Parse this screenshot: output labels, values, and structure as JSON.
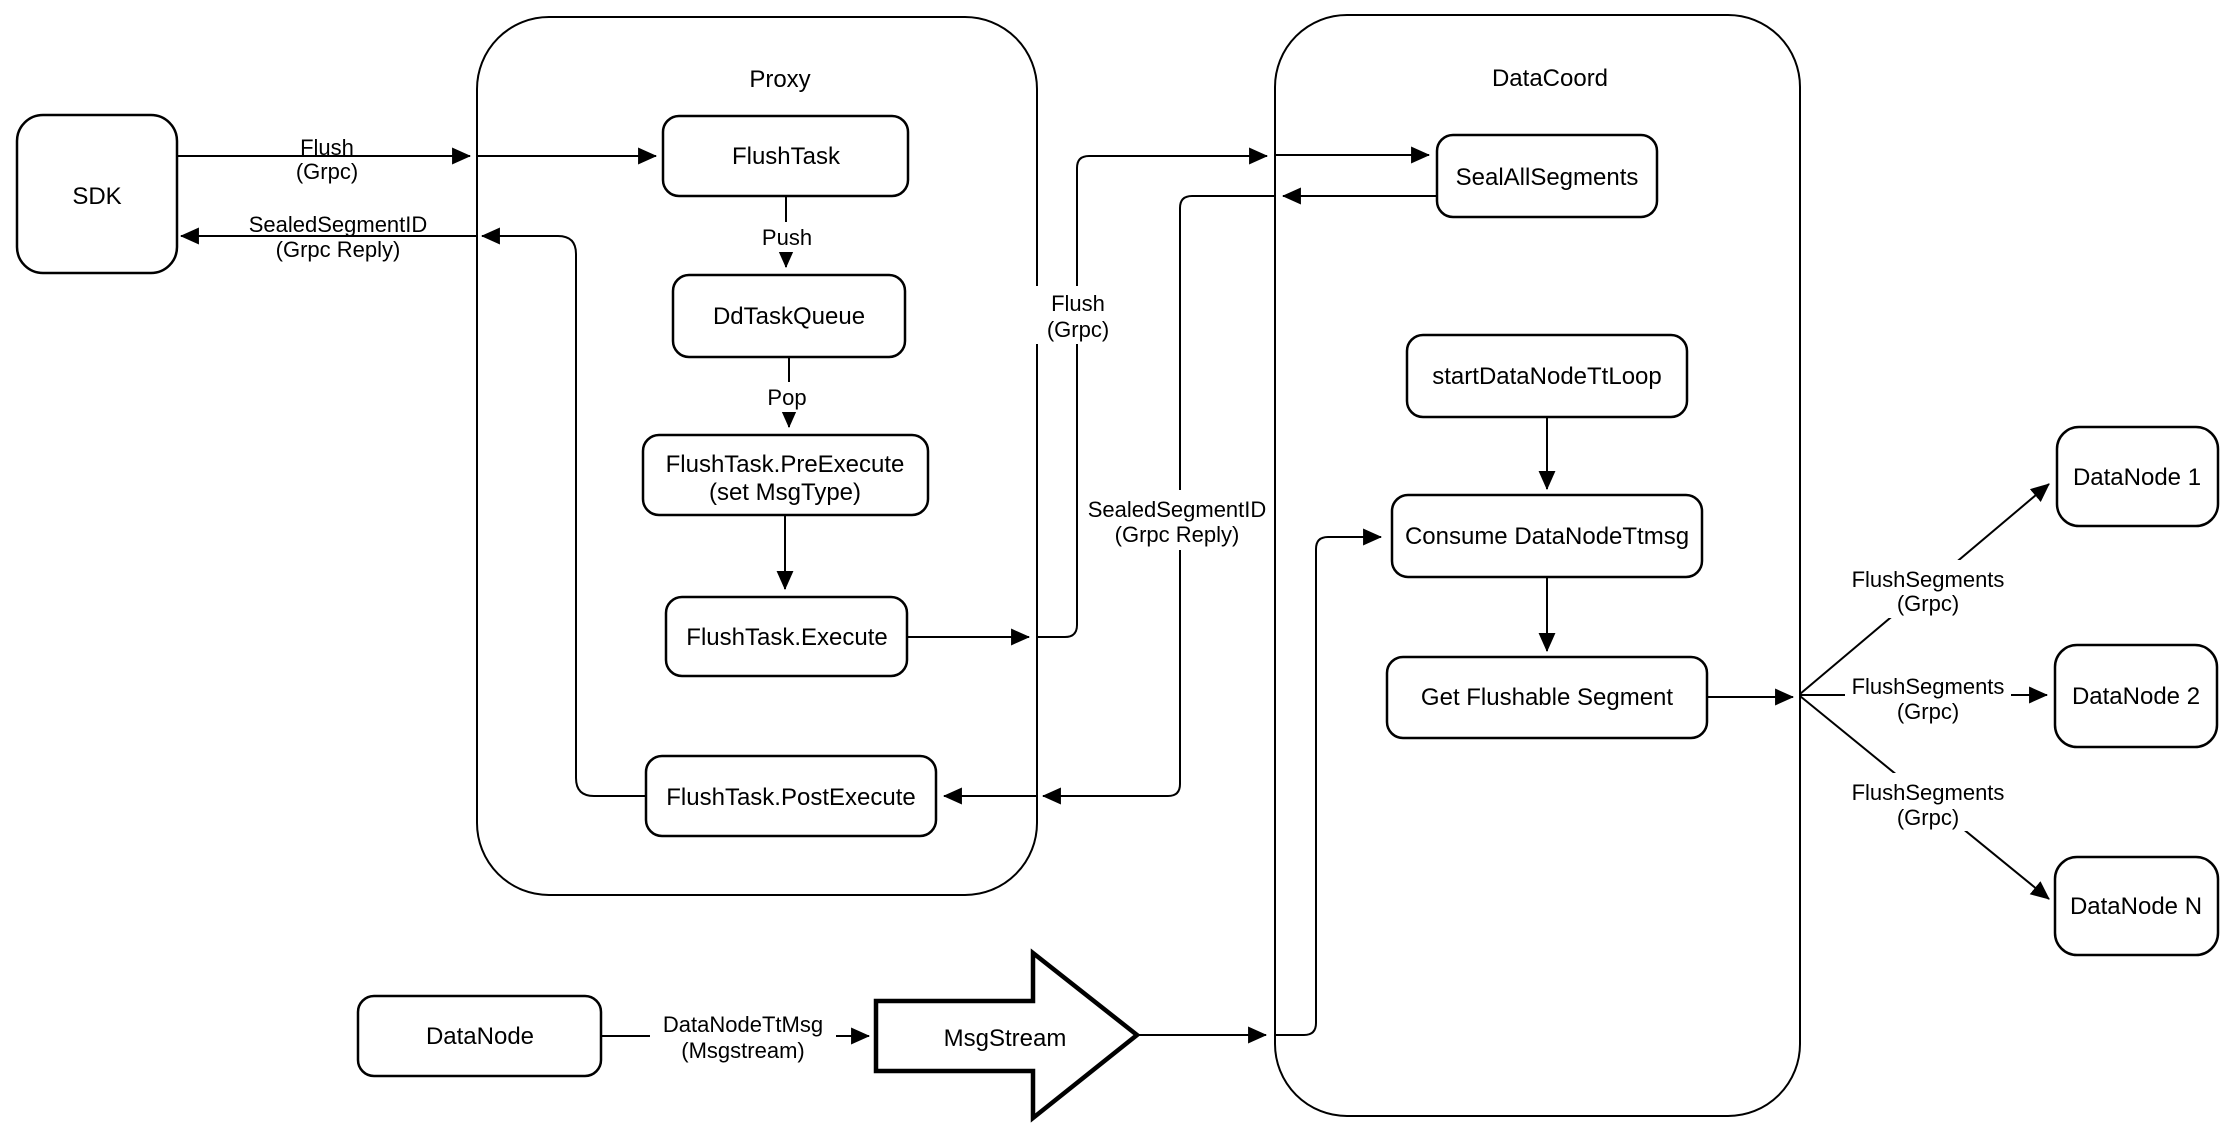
{
  "diagram": {
    "background": "#ffffff",
    "stroke_color": "#000000",
    "containers": {
      "proxy": {
        "title": "Proxy"
      },
      "datacoord": {
        "title": "DataCoord"
      }
    },
    "nodes": {
      "sdk": {
        "label": "SDK"
      },
      "flush_task": {
        "label": "FlushTask"
      },
      "dd_task_queue": {
        "label": "DdTaskQueue"
      },
      "pre_execute": {
        "label": "FlushTask.PreExecute",
        "sublabel": "(set MsgType)"
      },
      "execute": {
        "label": "FlushTask.Execute"
      },
      "post_execute": {
        "label": "FlushTask.PostExecute"
      },
      "seal_all_segments": {
        "label": "SealAllSegments"
      },
      "start_datanode_tt_loop": {
        "label": "startDataNodeTtLoop"
      },
      "consume_datanode_ttmsg": {
        "label": "Consume DataNodeTtmsg"
      },
      "get_flushable_segment": {
        "label": "Get Flushable Segment"
      },
      "datanode_1": {
        "label": "DataNode 1"
      },
      "datanode_2": {
        "label": "DataNode 2"
      },
      "datanode_n": {
        "label": "DataNode N"
      },
      "datanode": {
        "label": "DataNode"
      },
      "msgstream": {
        "label": "MsgStream"
      }
    },
    "edge_labels": {
      "flush_sdk": {
        "line1": "Flush",
        "line2": "(Grpc)"
      },
      "sealed_sdk": {
        "line1": "SealedSegmentID",
        "line2": "(Grpc Reply)"
      },
      "push": {
        "text": "Push"
      },
      "pop": {
        "text": "Pop"
      },
      "flush_channel": {
        "line1": "Flush",
        "line2": "(Grpc)"
      },
      "sealed_channel": {
        "line1": "SealedSegmentID",
        "line2": "(Grpc Reply)"
      },
      "flush_segments_1": {
        "line1": "FlushSegments",
        "line2": "(Grpc)"
      },
      "flush_segments_2": {
        "line1": "FlushSegments",
        "line2": "(Grpc)"
      },
      "flush_segments_3": {
        "line1": "FlushSegments",
        "line2": "(Grpc)"
      },
      "datanode_tt_msg": {
        "line1": "DataNodeTtMsg",
        "line2": "(Msgstream)"
      }
    }
  }
}
